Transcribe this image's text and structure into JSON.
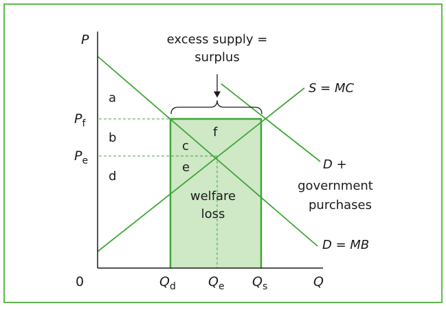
{
  "colors": {
    "frame": "#5cba4a",
    "line": "#3fa535",
    "fill": "#cfe8c6",
    "dashed": "#3fa535",
    "text": "#1a1a1a"
  },
  "axes": {
    "y_label": "P",
    "x_label": "Q",
    "origin_label": "0"
  },
  "price_labels": {
    "pf": {
      "main": "P",
      "sub": "f"
    },
    "pe": {
      "main": "P",
      "sub": "e"
    }
  },
  "quantity_labels": {
    "qd": {
      "main": "Q",
      "sub": "d"
    },
    "qe": {
      "main": "Q",
      "sub": "e"
    },
    "qs": {
      "main": "Q",
      "sub": "s"
    }
  },
  "areas": {
    "a": "a",
    "b": "b",
    "c": "c",
    "d": "d",
    "e": "e",
    "f": "f"
  },
  "annotations": {
    "excess_line1": "excess supply =",
    "excess_line2": "surplus",
    "welfare_line1": "welfare",
    "welfare_line2": "loss"
  },
  "curves": {
    "supply": {
      "lhs": "S",
      "eq": " = ",
      "rhs": "MC"
    },
    "demand": {
      "lhs": "D",
      "eq": " = ",
      "rhs": "MB"
    },
    "demand_gov": {
      "lhs": "D",
      "line1_rest": " +",
      "line2": "government",
      "line3": "purchases"
    }
  }
}
